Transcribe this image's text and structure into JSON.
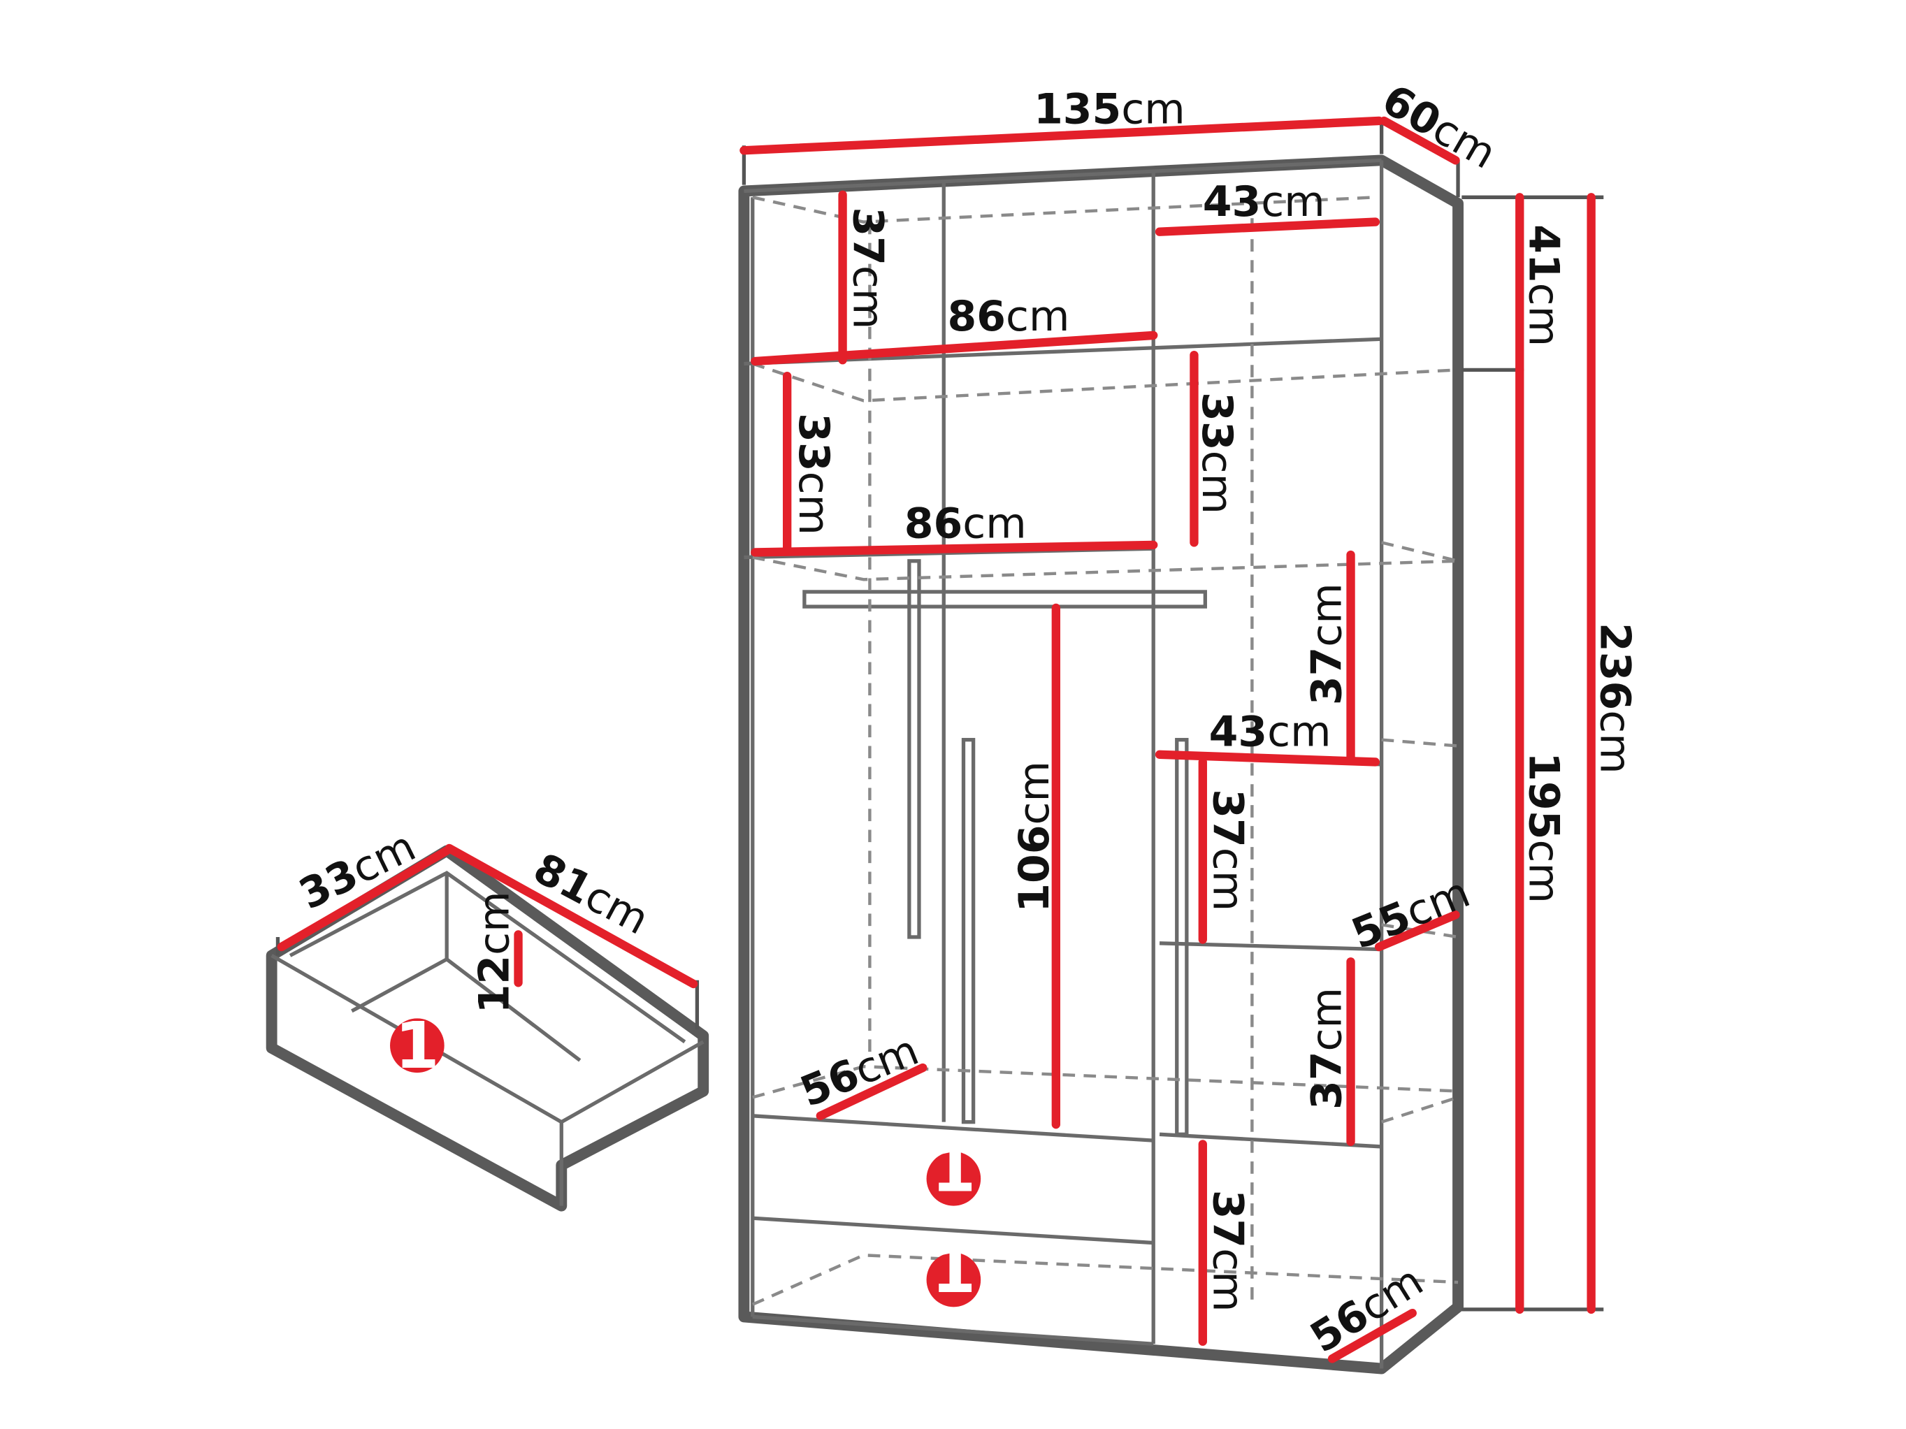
{
  "unit": "cm",
  "dimensions": {
    "total_width": {
      "value": "135",
      "unit": "cm"
    },
    "total_depth": {
      "value": "60",
      "unit": "cm"
    },
    "total_height": {
      "value": "236",
      "unit": "cm"
    },
    "body_height": {
      "value": "195",
      "unit": "cm"
    },
    "top_height": {
      "value": "41",
      "unit": "cm"
    },
    "top_left_height": {
      "value": "37",
      "unit": "cm"
    },
    "top_left_width": {
      "value": "86",
      "unit": "cm"
    },
    "top_right_width": {
      "value": "43",
      "unit": "cm"
    },
    "shelf_left_height": {
      "value": "33",
      "unit": "cm"
    },
    "shelf_mid_height": {
      "value": "33",
      "unit": "cm"
    },
    "shelf_left_width": {
      "value": "86",
      "unit": "cm"
    },
    "hanging_height": {
      "value": "106",
      "unit": "cm"
    },
    "left_depth": {
      "value": "56",
      "unit": "cm"
    },
    "right_shelf_h1": {
      "value": "37",
      "unit": "cm"
    },
    "right_shelf_width": {
      "value": "43",
      "unit": "cm"
    },
    "right_shelf_h2": {
      "value": "37",
      "unit": "cm"
    },
    "right_shelf_depth": {
      "value": "55",
      "unit": "cm"
    },
    "right_shelf_h3": {
      "value": "37",
      "unit": "cm"
    },
    "right_bottom_h": {
      "value": "37",
      "unit": "cm"
    },
    "right_bottom_depth": {
      "value": "56",
      "unit": "cm"
    },
    "drawer_width": {
      "value": "33",
      "unit": "cm"
    },
    "drawer_depth": {
      "value": "81",
      "unit": "cm"
    },
    "drawer_height": {
      "value": "12",
      "unit": "cm"
    }
  },
  "badges": [
    "1",
    "1",
    "1"
  ],
  "colors": {
    "dimension": "#e3202a",
    "outline": "#5a5a5a",
    "badge": "#e3202a"
  }
}
